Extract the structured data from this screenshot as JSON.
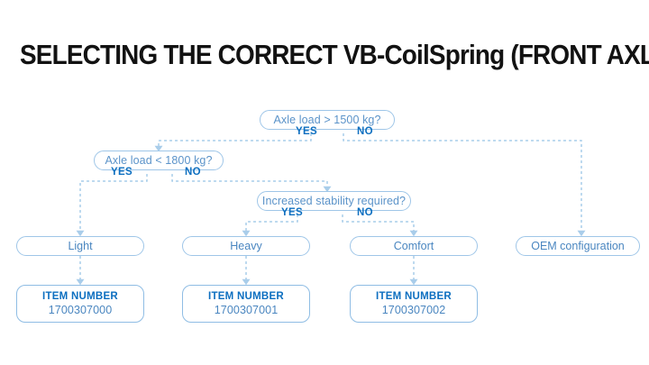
{
  "page": {
    "title": "SELECTING THE CORRECT VB-CoilSpring (FRONT AXLE)",
    "background": "#ffffff"
  },
  "colors": {
    "title_text": "#121212",
    "node_border": "#9fc6e8",
    "node_text": "#5b93c9",
    "accent_blue": "#0d6fc0",
    "connector": "#a9cdea"
  },
  "flow": {
    "decisions": [
      {
        "id": "q1",
        "question": "Axle load > 1500 kg?",
        "yes_label": "YES",
        "no_label": "NO",
        "yes_target": "q2",
        "no_target": "oem-configuration"
      },
      {
        "id": "q2",
        "question": "Axle load < 1800 kg?",
        "yes_label": "YES",
        "no_label": "NO",
        "yes_target": "light",
        "no_target": "q3"
      },
      {
        "id": "q3",
        "question": "Increased stability required?",
        "yes_label": "YES",
        "no_label": "NO",
        "yes_target": "heavy",
        "no_target": "comfort"
      }
    ],
    "results": [
      {
        "id": "light",
        "label": "Light"
      },
      {
        "id": "heavy",
        "label": "Heavy"
      },
      {
        "id": "comfort",
        "label": "Comfort"
      },
      {
        "id": "oem-configuration",
        "label": "OEM configuration"
      }
    ],
    "items": [
      {
        "for": "light",
        "label": "ITEM NUMBER",
        "number": "1700307000"
      },
      {
        "for": "heavy",
        "label": "ITEM NUMBER",
        "number": "1700307001"
      },
      {
        "for": "comfort",
        "label": "ITEM NUMBER",
        "number": "1700307002"
      }
    ]
  }
}
